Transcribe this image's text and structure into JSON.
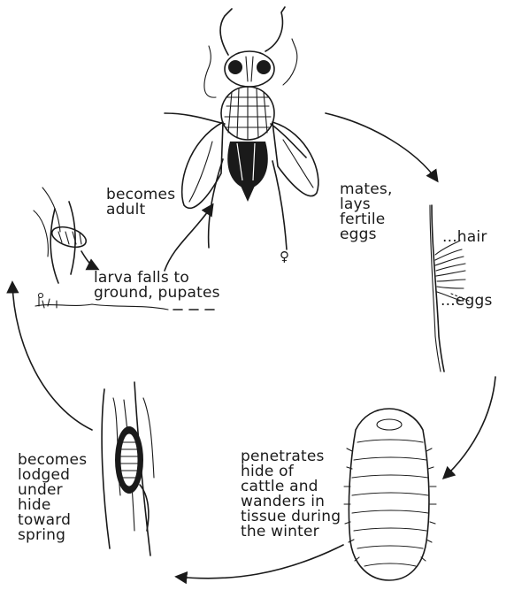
{
  "labels": {
    "becomes_adult": "becomes\nadult",
    "mates_lays": "mates,\nlays\nfertile\neggs",
    "hair": "...hair",
    "eggs": "...eggs",
    "female_symbol": "♀",
    "larva_falls": "larva falls to\nground, pupates",
    "penetrates": "penetrates\nhide of\ncattle and\nwanders in\ntissue during\nthe winter",
    "lodged": "becomes\nlodged\nunder\nhide\ntoward\nspring"
  },
  "colors": {
    "ink": "#1a1a1a",
    "paper": "#ffffff"
  }
}
